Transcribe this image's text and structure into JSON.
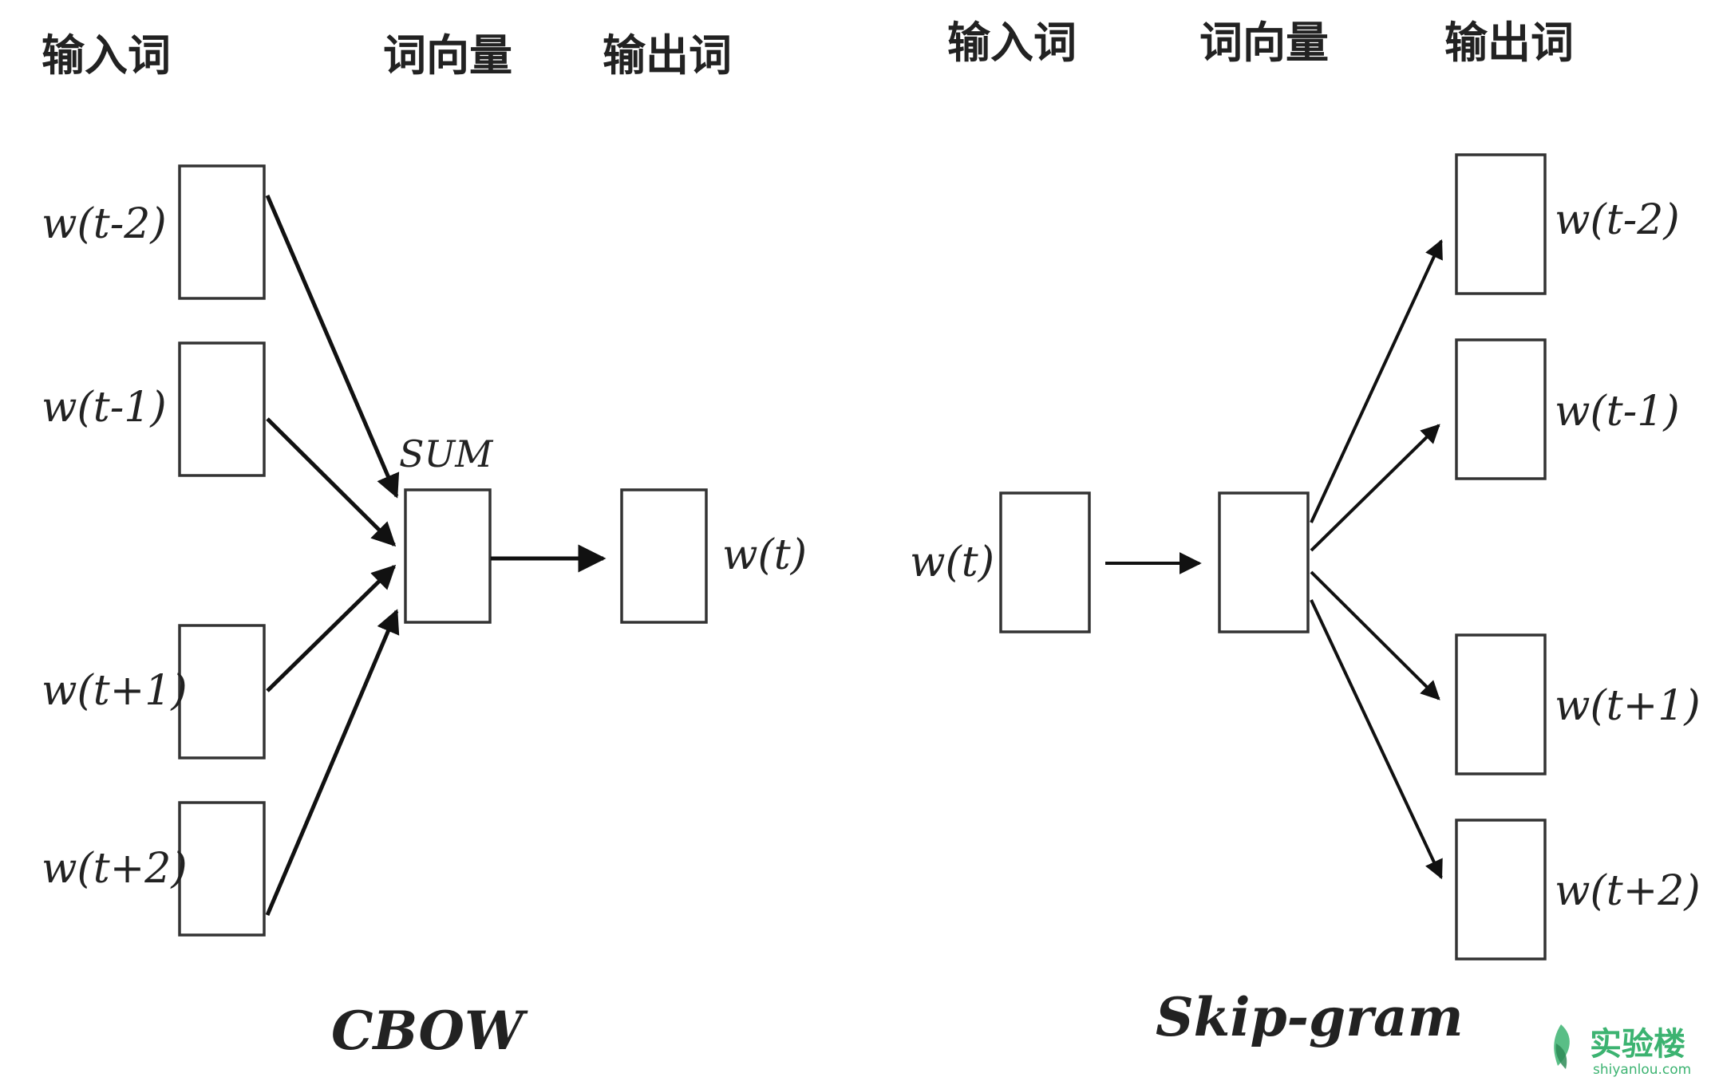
{
  "cbow": {
    "title": "CBOW",
    "headers": {
      "input": "输入词",
      "vector": "词向量",
      "output": "输出词"
    },
    "inputs": [
      "w(t-2)",
      "w(t-1)",
      "w(t+1)",
      "w(t+2)"
    ],
    "sum_label": "SUM",
    "output": "w(t)"
  },
  "skipgram": {
    "title": "Skip-gram",
    "headers": {
      "input": "输入词",
      "vector": "词向量",
      "output": "输出词"
    },
    "input": "w(t)",
    "outputs": [
      "w(t-2)",
      "w(t-1)",
      "w(t+1)",
      "w(t+2)"
    ]
  },
  "watermark": {
    "name": "实验楼",
    "site": "shiyanlou.com",
    "color": "#3cb371"
  }
}
